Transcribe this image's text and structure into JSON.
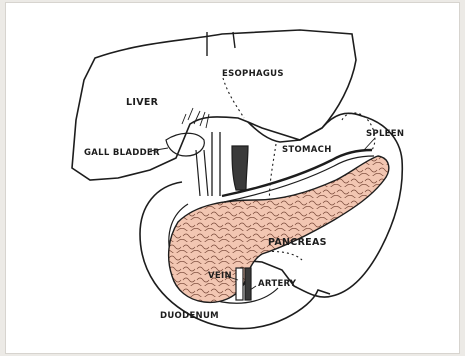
{
  "labels": {
    "liver": "LIVER",
    "esophagus": "ESOPHAGUS",
    "gall_bladder": "GALL BLADDER",
    "stomach": "STOMACH",
    "spleen": "SPLEEN",
    "pancreas": "PANCREAS",
    "vein": "VEIN",
    "artery": "ARTERY",
    "duodenum": "DUODENUM"
  },
  "colors": {
    "ink": "#1d1d1d",
    "pancreas_fill": "#f2c6b2",
    "paper": "#ffffff"
  }
}
